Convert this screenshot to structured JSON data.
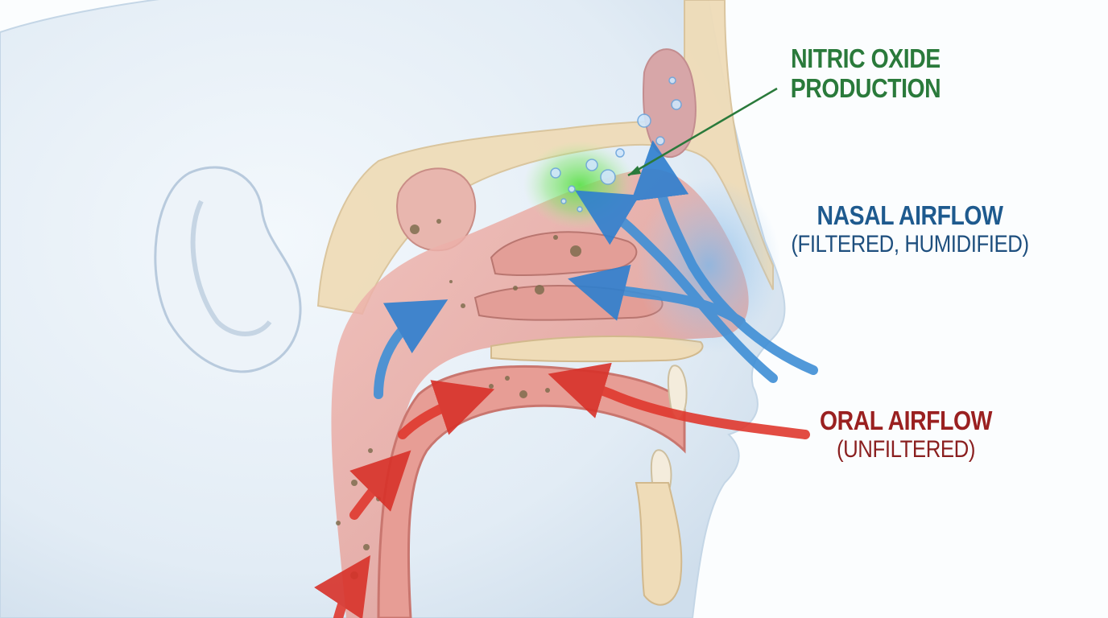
{
  "diagram": {
    "type": "anatomical-illustration",
    "subject": "Sagittal cross-section of human head showing nasal vs. oral airflow",
    "labels": {
      "nitric_oxide": {
        "line1": "NITRIC OXIDE",
        "line2": "PRODUCTION",
        "color": "#2a7a3b"
      },
      "nasal": {
        "title": "NASAL AIRFLOW",
        "subtitle": "(FILTERED, HUMIDIFIED)",
        "color": "#1e5a8e"
      },
      "oral": {
        "title": "ORAL AIRFLOW",
        "subtitle": "(UNFILTERED)",
        "color": "#9a2020"
      }
    },
    "colors": {
      "skin": "#e4eef6",
      "tissue": "#e9a9a3",
      "bone": "#efdcb8",
      "nasal_arrow": "#3f8fd6",
      "oral_arrow": "#e0392f",
      "nitric_glow": "#59d84a"
    }
  }
}
